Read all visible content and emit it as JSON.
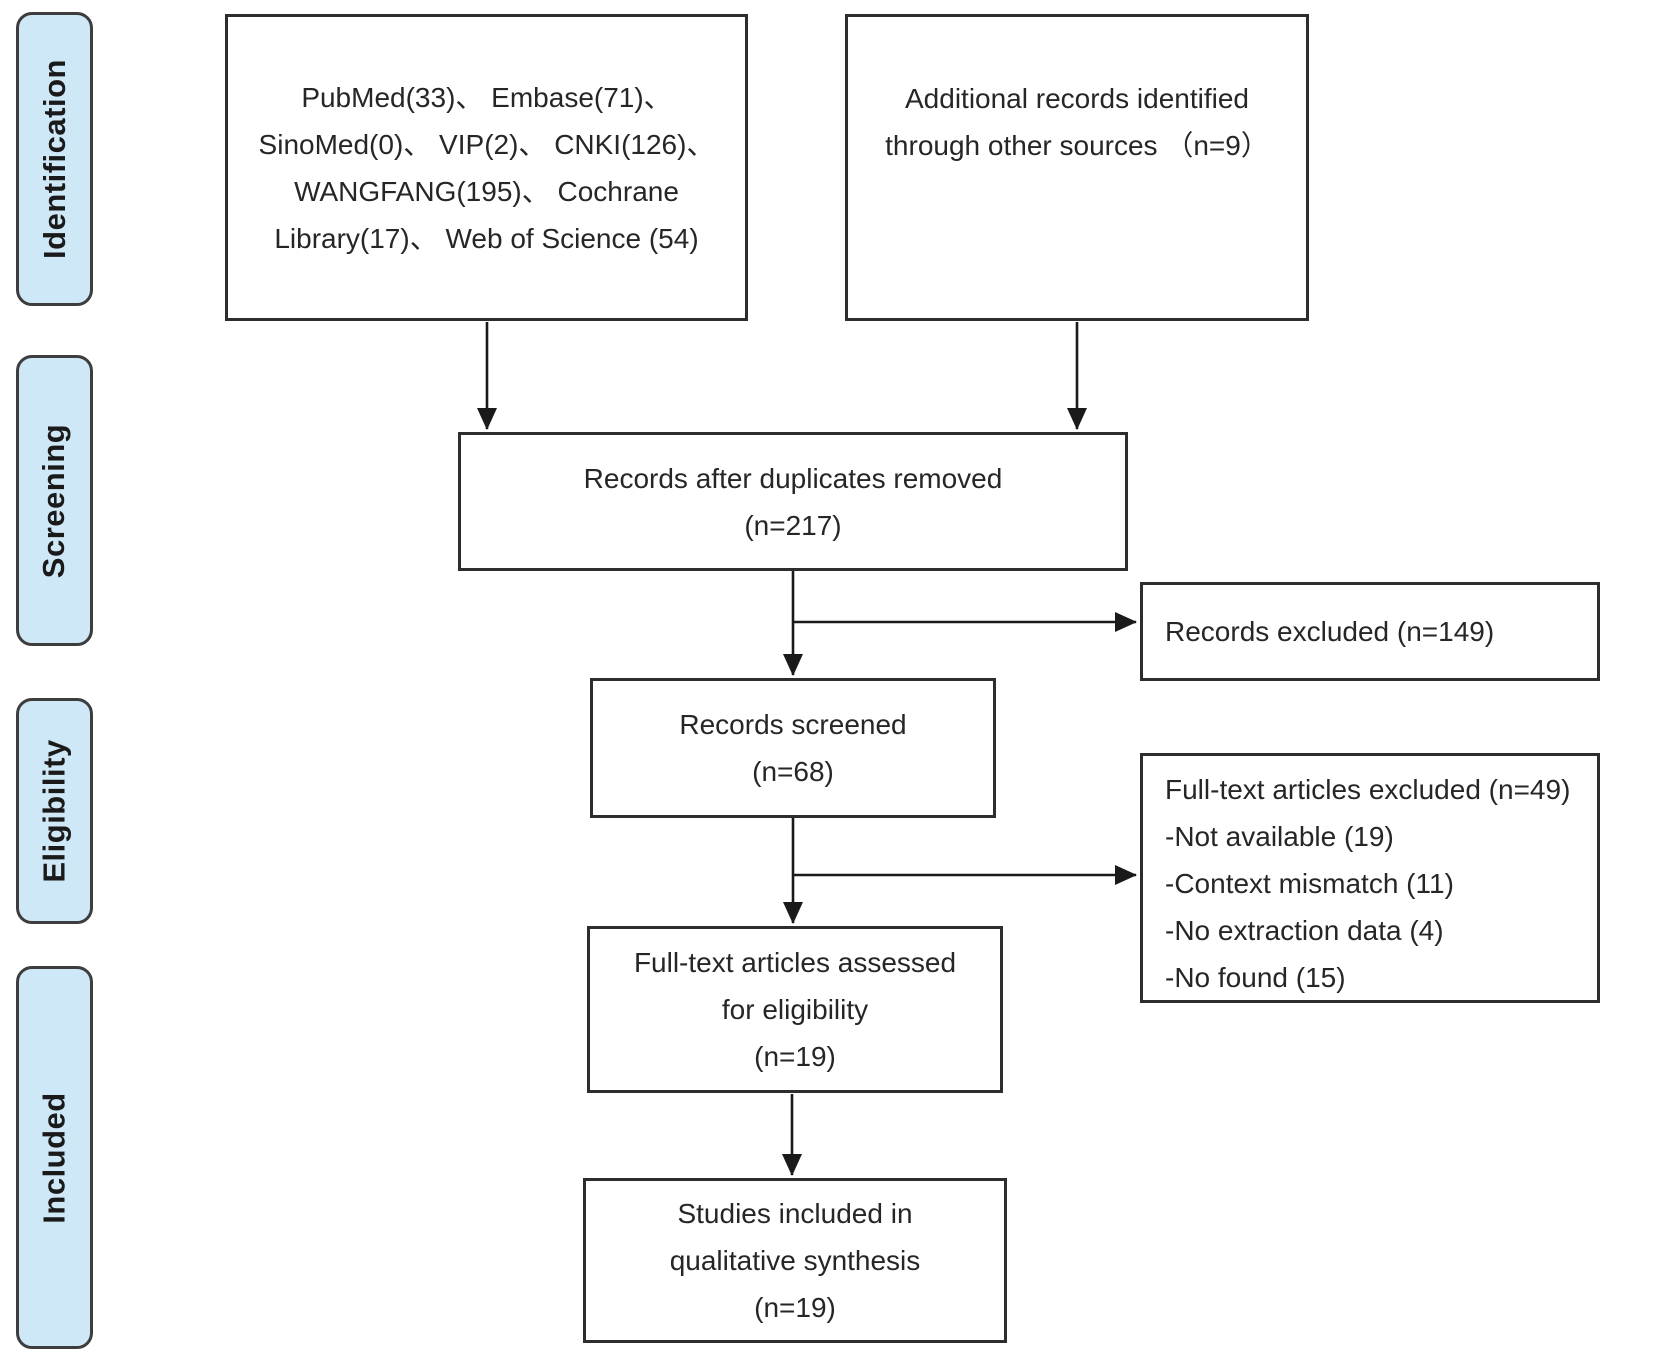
{
  "stages": [
    {
      "label": "Identification"
    },
    {
      "label": "Screening"
    },
    {
      "label": "Eligibility"
    },
    {
      "label": "Included"
    }
  ],
  "boxes": {
    "sources": {
      "lines": [
        "PubMed(33)、 Embase(71)、",
        "SinoMed(0)、 VIP(2)、 CNKI(126)、",
        "WANGFANG(195)、 Cochrane",
        "Library(17)、 Web of Science (54)"
      ]
    },
    "additional": {
      "lines": [
        "Additional records identified",
        "through other sources （n=9）"
      ]
    },
    "duplicates": {
      "lines": [
        "Records after duplicates removed",
        "(n=217)"
      ]
    },
    "records_excluded": {
      "lines": [
        "Records excluded (n=149)"
      ]
    },
    "screened": {
      "lines": [
        "Records screened",
        "(n=68)"
      ]
    },
    "fulltext_excluded": {
      "lines": [
        "Full-text articles excluded (n=49)",
        "-Not available (19)",
        "-Context mismatch (11)",
        "-No extraction data (4)",
        "-No found (15)"
      ]
    },
    "assessed": {
      "lines": [
        "Full-text articles assessed",
        "for eligibility",
        "(n=19)"
      ]
    },
    "included": {
      "lines": [
        "Studies included in",
        "qualitative synthesis",
        "(n=19)"
      ]
    }
  },
  "colors": {
    "background": "#ffffff",
    "stage_fill": "#cfe8f8",
    "stage_border": "#3d3d3d",
    "box_border": "#2d2d2d",
    "text": "#262626",
    "arrow": "#1a1a1a"
  }
}
